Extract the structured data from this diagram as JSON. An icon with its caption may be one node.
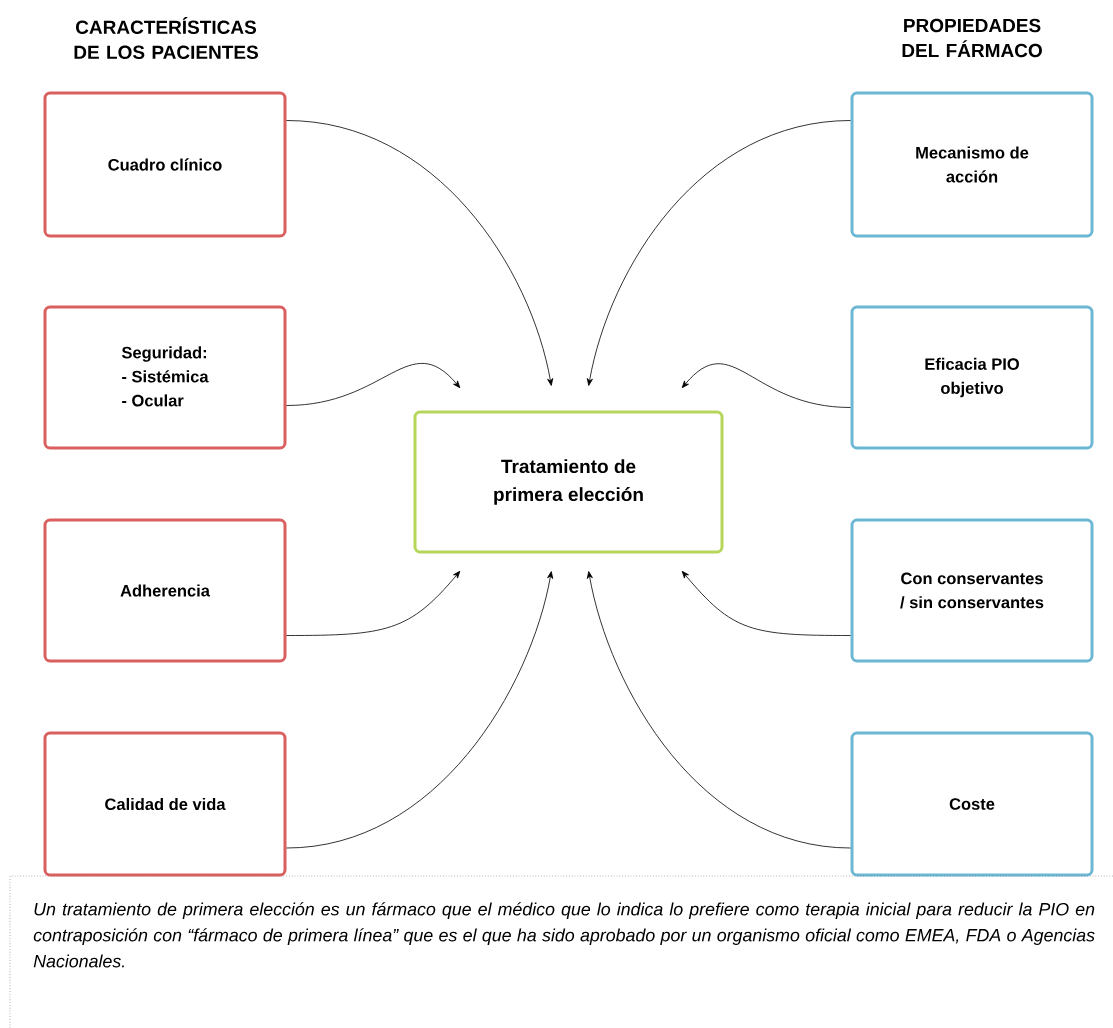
{
  "diagram": {
    "caption": "Un tratamiento de primera elección es un fármaco que el médico que lo indica lo prefiere como terapia inicial para reducir la PIO en contraposición con “fármaco de primera línea” que es el que ha sido aprobado por un organismo oficial como EMEA, FDA o Agencias Nacionales.",
    "nodes": [
      {
        "text": [
          "Cuadro clínico"
        ]
      },
      {
        "text": [
          "Seguridad:",
          "- Sistémica",
          "- Ocular"
        ]
      },
      {
        "text": [
          "Adherencia"
        ]
      },
      {
        "text": [
          "Calidad de vida"
        ]
      },
      {
        "text": [
          "Mecanismo de acción"
        ]
      },
      {
        "text": [
          "Eficacia PIO objetivo"
        ]
      },
      {
        "text": [
          "Con conservantes / sin conservantes"
        ]
      },
      {
        "text": [
          "Coste"
        ]
      },
      {
        "text": [
          "Tratamiento de primera elección"
        ]
      }
    ],
    "edges": [
      {
        "from": 0,
        "to": 8,
        "arrow": "to"
      },
      {
        "from": 1,
        "to": 8,
        "arrow": "to"
      },
      {
        "from": 2,
        "to": 8,
        "arrow": "to"
      },
      {
        "from": 3,
        "to": 8,
        "arrow": "to"
      },
      {
        "from": 4,
        "to": 8,
        "arrow": "to"
      },
      {
        "from": 5,
        "to": 8,
        "arrow": "to"
      },
      {
        "from": 6,
        "to": 8,
        "arrow": "to"
      },
      {
        "from": 7,
        "to": 8,
        "arrow": "to"
      }
    ],
    "labels": [
      "CARACTERÍSTICAS DE LOS PACIENTES",
      "PROPIEDADES DEL FÁRMACO"
    ]
  }
}
